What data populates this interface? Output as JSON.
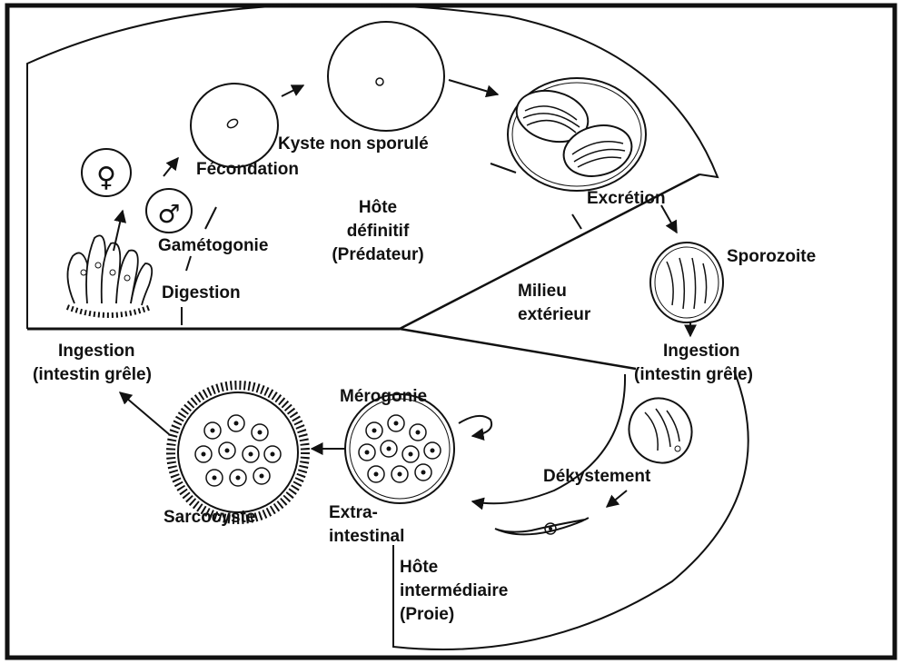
{
  "labels": {
    "kyste_non_sporule": "Kyste non sporulé",
    "fecondation": "Fécondation",
    "excretion": "Excrétion",
    "hote_definitif_1": "Hôte",
    "hote_definitif_2": "définitif",
    "hote_definitif_3": "(Prédateur)",
    "gametogonie": "Gamétogonie",
    "digestion": "Digestion",
    "sporozoite": "Sporozoite",
    "milieu_1": "Milieu",
    "milieu_2": "extérieur",
    "ingestion_left_1": "Ingestion",
    "ingestion_left_2": "(intestin grêle)",
    "ingestion_right_1": "Ingestion",
    "ingestion_right_2": "(intestin grêle)",
    "merogonie": "Mérogonie",
    "dekystement": "Dékystement",
    "sarcocyste": "Sarcocyste",
    "extra_1": "Extra-",
    "extra_2": "intestinal",
    "hote_inter_1": "Hôte",
    "hote_inter_2": "intermédiaire",
    "hote_inter_3": "(Proie)"
  },
  "symbols": {
    "female": "♀",
    "male": "♂"
  },
  "colors": {
    "ink": "#111111",
    "background": "#ffffff"
  }
}
